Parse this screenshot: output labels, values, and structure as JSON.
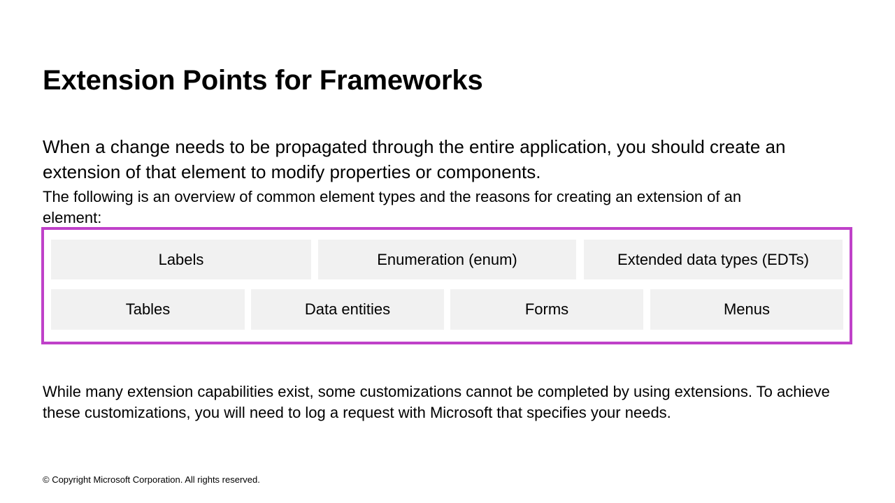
{
  "slide": {
    "title": "Extension Points for Frameworks",
    "lead_paragraph": "When a change needs to be propagated through the entire application, you should create an extension of that element to modify properties or components.",
    "sub_paragraph": "The following is an overview of common element types and the reasons for creating an extension of an element:",
    "closing_paragraph": "While many extension capabilities exist, some customizations cannot be completed by using extensions. To achieve these customizations, you will need to log a request with Microsoft that specifies your needs.",
    "footer": "© Copyright Microsoft Corporation. All rights reserved."
  },
  "element_group": {
    "frame_color": "#bf41c9",
    "chip_background": "#f1f1f1",
    "rows": [
      {
        "chips": [
          {
            "label": "Labels"
          },
          {
            "label": "Enumeration (enum)"
          },
          {
            "label": "Extended data types (EDTs)"
          }
        ]
      },
      {
        "chips": [
          {
            "label": "Tables"
          },
          {
            "label": "Data entities"
          },
          {
            "label": "Forms"
          },
          {
            "label": "Menus"
          }
        ]
      }
    ]
  }
}
